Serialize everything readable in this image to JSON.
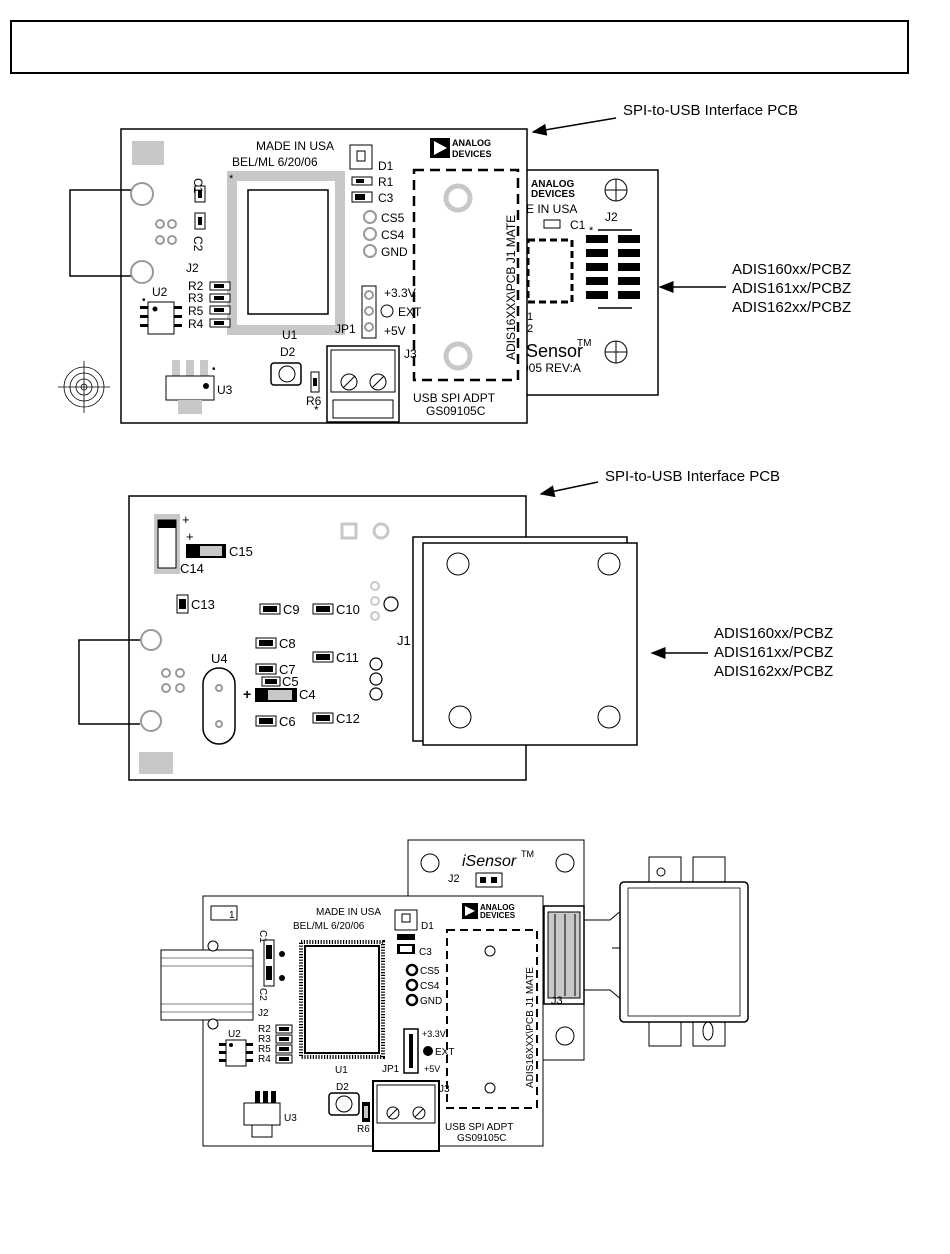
{
  "figure1": {
    "callout_top": "SPI-to-USB Interface PCB",
    "adapter_labels": [
      "ADIS160xx/PCBZ",
      "ADIS161xx/PCBZ",
      "ADIS162xx/PCBZ"
    ],
    "made_in": "MADE IN USA",
    "date_code": "BEL/ML 6/20/06",
    "logo_line1": "ANALOG",
    "logo_line2": "DEVICES",
    "refdes": {
      "c1": "C1",
      "c2": "C2",
      "c3": "C3",
      "r1": "R1",
      "r2": "R2",
      "r3": "R3",
      "r4": "R4",
      "r5": "R5",
      "r6": "R6",
      "d1": "D1",
      "d2": "D2",
      "u1": "U1",
      "u2": "U2",
      "u3": "U3",
      "j2": "J2",
      "j3": "J3",
      "jp1": "JP1"
    },
    "signals": {
      "cs5": "CS5",
      "cs4": "CS4",
      "gnd": "GND",
      "v33": "+3.3V",
      "ext": "EXT",
      "v5": "+5V"
    },
    "mate_label": "ADIS16XXX\\PCB J1 MATE",
    "board_name": "USB SPI ADPT",
    "board_code": "GS09105C",
    "side_logo1": "ANALOG",
    "side_logo2": "DEVICES",
    "side_made": "E IN USA",
    "side_c1": "C1",
    "side_j2": "J2",
    "side_1": "1",
    "side_2": "2",
    "side_isensor": "Sensor",
    "side_tm": "TM",
    "side_rev": "005 REV:A"
  },
  "figure2": {
    "callout_top": "SPI-to-USB Interface PCB",
    "adapter_labels": [
      "ADIS160xx/PCBZ",
      "ADIS161xx/PCBZ",
      "ADIS162xx/PCBZ"
    ],
    "refdes": {
      "c4": "C4",
      "c5": "C5",
      "c6": "C6",
      "c7": "C7",
      "c8": "C8",
      "c9": "C9",
      "c10": "C10",
      "c11": "C11",
      "c12": "C12",
      "c13": "C13",
      "c14": "C14",
      "c15": "C15",
      "u4": "U4",
      "j1": "J1",
      "plus1": "+",
      "plus2": "+",
      "plus3": "+"
    }
  },
  "figure3": {
    "made_in": "MADE IN USA",
    "date_code": "BEL/ML 6/20/06",
    "logo_line1": "ANALOG",
    "logo_line2": "DEVICES",
    "isensor": "iSensor",
    "tm": "TM",
    "refdes": {
      "c1": "C1",
      "c2": "C2",
      "c3": "C3",
      "d1": "D1",
      "d2": "D2",
      "u1": "U1",
      "u2": "U2",
      "u3": "U3",
      "j2a": "J2",
      "j2b": "J2",
      "j3a": "J3",
      "j3b": "J3",
      "jp1": "JP1",
      "r2": "R2",
      "r3": "R3",
      "r5": "R5",
      "r4": "R4",
      "r6": "R6",
      "one": "1"
    },
    "signals": {
      "cs5": "CS5",
      "cs4": "CS4",
      "gnd": "GND",
      "v33": "+3.3V",
      "ext": "EXT",
      "v5": "+5V"
    },
    "mate_label": "ADIS16XXX\\PCB J1 MATE",
    "board_name": "USB SPI ADPT",
    "board_code": "GS09105C"
  }
}
